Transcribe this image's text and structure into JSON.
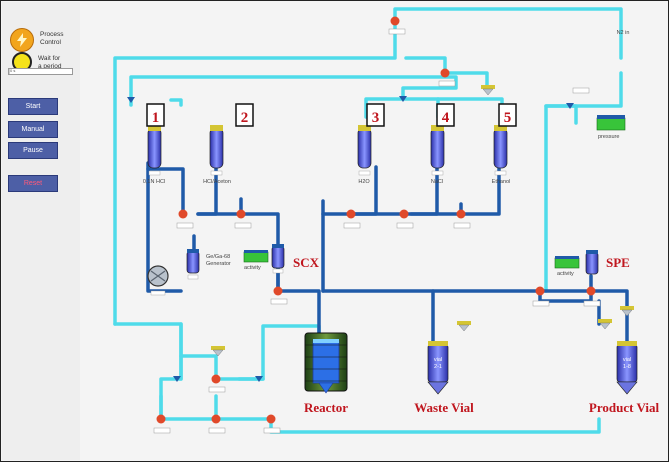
{
  "sidebar": {
    "status_items": [
      {
        "label_line1": "Process",
        "label_line2": "Control",
        "icon": "lightning-icon",
        "color": "#f2a51d"
      },
      {
        "label_line1": "Wait for",
        "label_line2": "a period",
        "icon": "stopwatch-icon",
        "color": "#f5e21a"
      }
    ],
    "progress_value": "0 s",
    "buttons": {
      "start": "Start",
      "manual": "Manual",
      "pause": "Pause",
      "reset": "Reset"
    }
  },
  "callouts": {
    "c1": "1",
    "c2": "2",
    "c3": "3",
    "c4": "4",
    "c5": "5"
  },
  "reagents": {
    "r1": "0,1N HCl",
    "r2": "HCl/Aceton",
    "r3": "H2O",
    "r4": "NaCl",
    "r5": "Ethanol"
  },
  "generator_label_1": "Ge/Ga-68",
  "generator_label_2": "Generator",
  "scx": {
    "label": "SCX",
    "meter_caption": "activity"
  },
  "spe": {
    "label": "SPE",
    "meter_caption": "activity"
  },
  "n2_label": "N2 in",
  "pressure_caption": "pressure",
  "labels": {
    "reactor": "Reactor",
    "waste": "Waste Vial",
    "product": "Product Vial"
  },
  "vials": {
    "waste_top": "vial",
    "waste_bottom": "2-1",
    "product_top": "vial",
    "product_bottom": "1-8"
  },
  "colors": {
    "tube_light": "#4fdbea",
    "tube_dark": "#1f5aa8",
    "valve": "#e0492a",
    "label_red": "#c0161e",
    "meter_green": "#38c43a",
    "button_blue": "#4d5fa6"
  }
}
